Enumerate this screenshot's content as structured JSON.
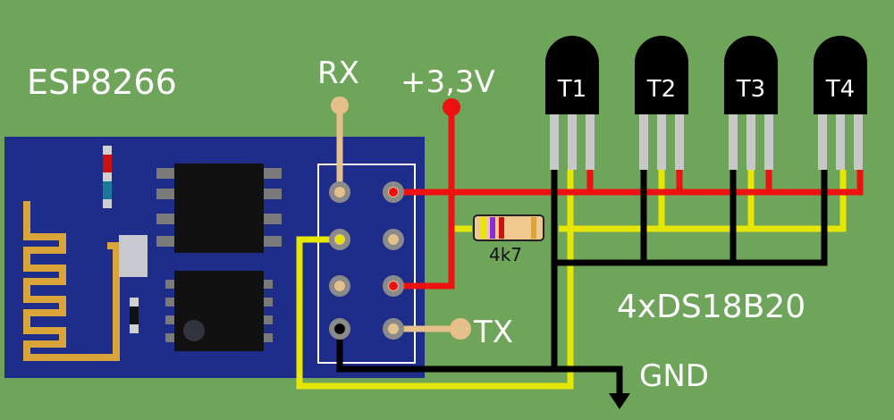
{
  "module": {
    "label": "ESP8266"
  },
  "labels": {
    "rx": "RX",
    "vcc": "+3,3V",
    "tx": "TX",
    "gnd": "GND",
    "sensors": "4xDS18B20",
    "resistor": "4k7"
  },
  "sensors": [
    {
      "label": "T1"
    },
    {
      "label": "T2"
    },
    {
      "label": "T3"
    },
    {
      "label": "T4"
    }
  ],
  "colors": {
    "background": "#6fa55b",
    "board": "#1f2d8a",
    "antenna": "#d9a53a",
    "wire_vcc": "#ee1111",
    "wire_data": "#e6e600",
    "wire_gnd": "#000000",
    "wire_rx_tx": "#e6c08a"
  }
}
